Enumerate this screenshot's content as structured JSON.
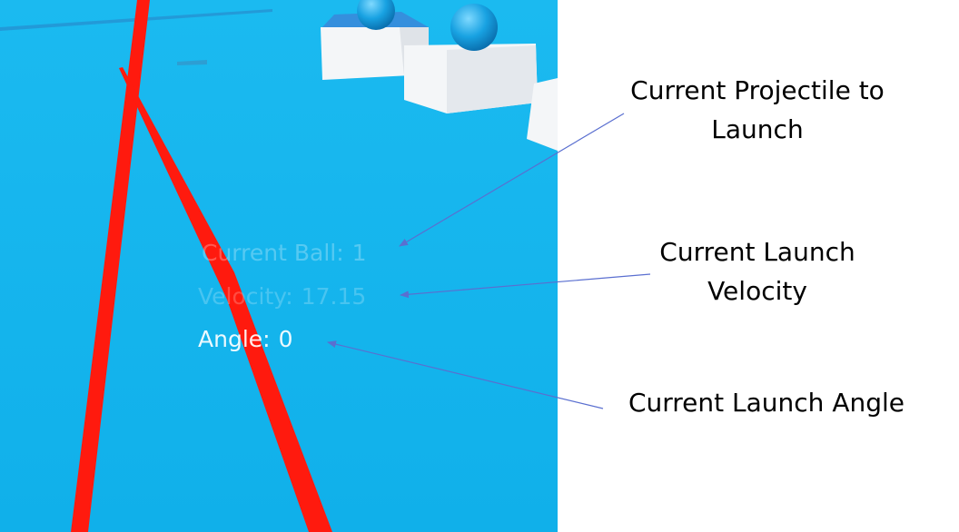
{
  "hud": {
    "ball_label": "Current Ball:",
    "ball_value": "1",
    "velocity_label": "Velocity:",
    "velocity_value": "17.15",
    "angle_label": "Angle:",
    "angle_value": "0"
  },
  "annotations": {
    "projectile_line1": "Current Projectile to",
    "projectile_line2": "Launch",
    "velocity_line1": "Current Launch",
    "velocity_line2": "Velocity",
    "angle": "Current Launch Angle"
  },
  "colors": {
    "floor": "#13b6ee",
    "trajectory": "#ff1a0e",
    "block": "#f4f6f8",
    "ball": "#1aa3e0",
    "arrow": "#5a6fd0"
  }
}
